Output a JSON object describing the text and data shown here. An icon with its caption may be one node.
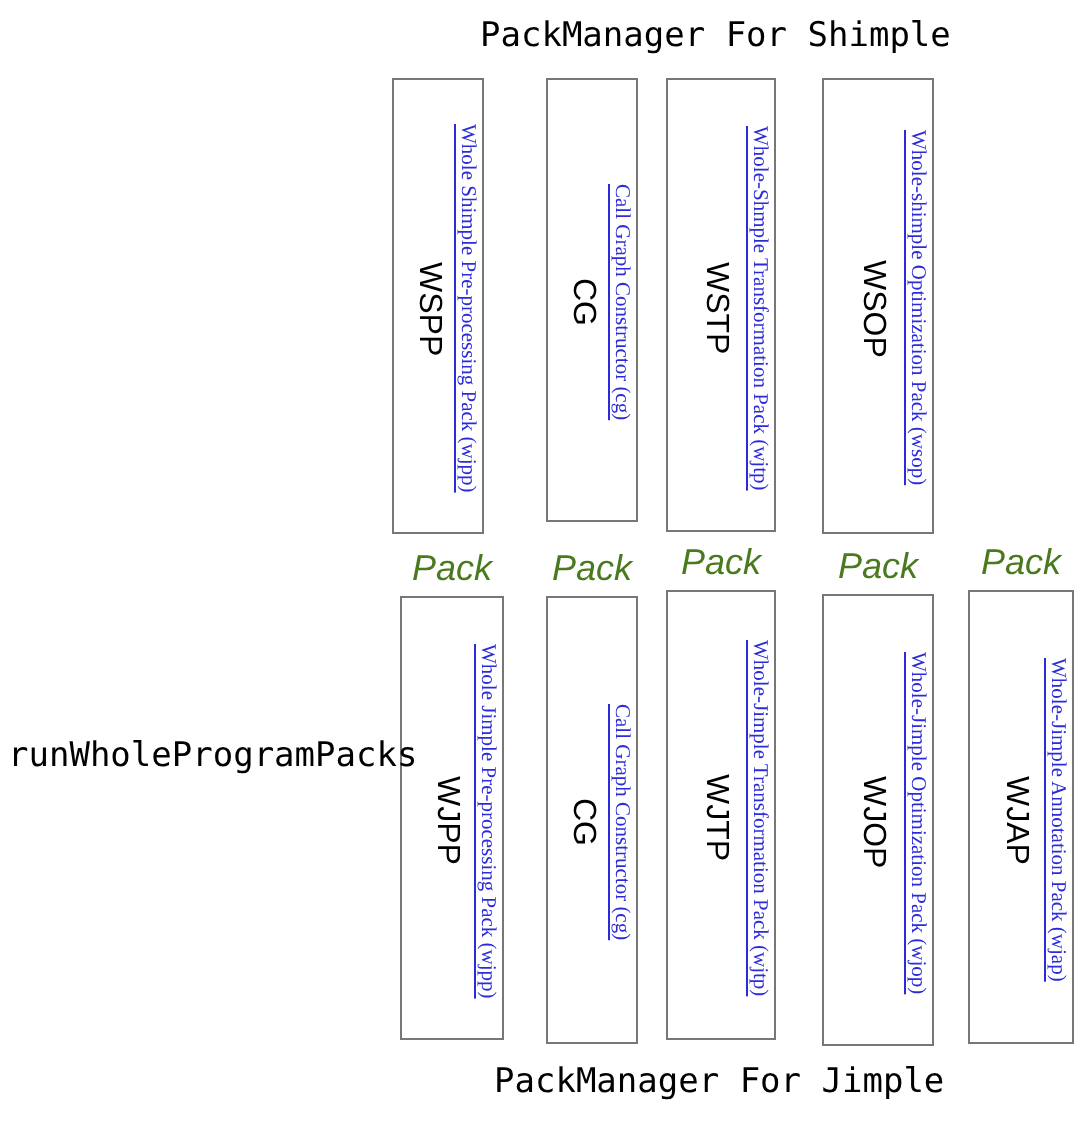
{
  "diagram": {
    "nodes": [
      {
        "text": [
          "Whole Shimple Pre-processing Pack (wjpp)",
          "WSPP"
        ]
      },
      {
        "text": [
          "Call Graph Constructor (cg)",
          "CG"
        ]
      },
      {
        "text": [
          "Whole-Shmple Transformation Pack (wjtp)",
          "WSTP"
        ]
      },
      {
        "text": [
          "Whole-shimple Optimization Pack (wsop)",
          "WSOP"
        ]
      },
      {
        "text": [
          "Whole Jimple Pre-processing Pack (wjpp)",
          "WJPP"
        ],
        "beside": [
          "Pack"
        ]
      },
      {
        "text": [
          "Call Graph Constructor (cg)",
          "CG"
        ],
        "beside": [
          "Pack"
        ]
      },
      {
        "text": [
          "Whole-Jimple Transformation Pack (wjtp)",
          "WJTP"
        ],
        "beside": [
          "Pack"
        ]
      },
      {
        "text": [
          "Whole-Jimple Optimization Pack (wjop)",
          "WJOP"
        ],
        "beside": [
          "Pack"
        ]
      },
      {
        "text": [
          "Whole-Jimple Annotation Pack (wjap)",
          "WJAP"
        ],
        "beside": [
          "Pack"
        ]
      }
    ],
    "labels": [
      "PackManager For Shimple",
      "runWholeProgramPacks",
      "PackManager For Jimple"
    ]
  }
}
